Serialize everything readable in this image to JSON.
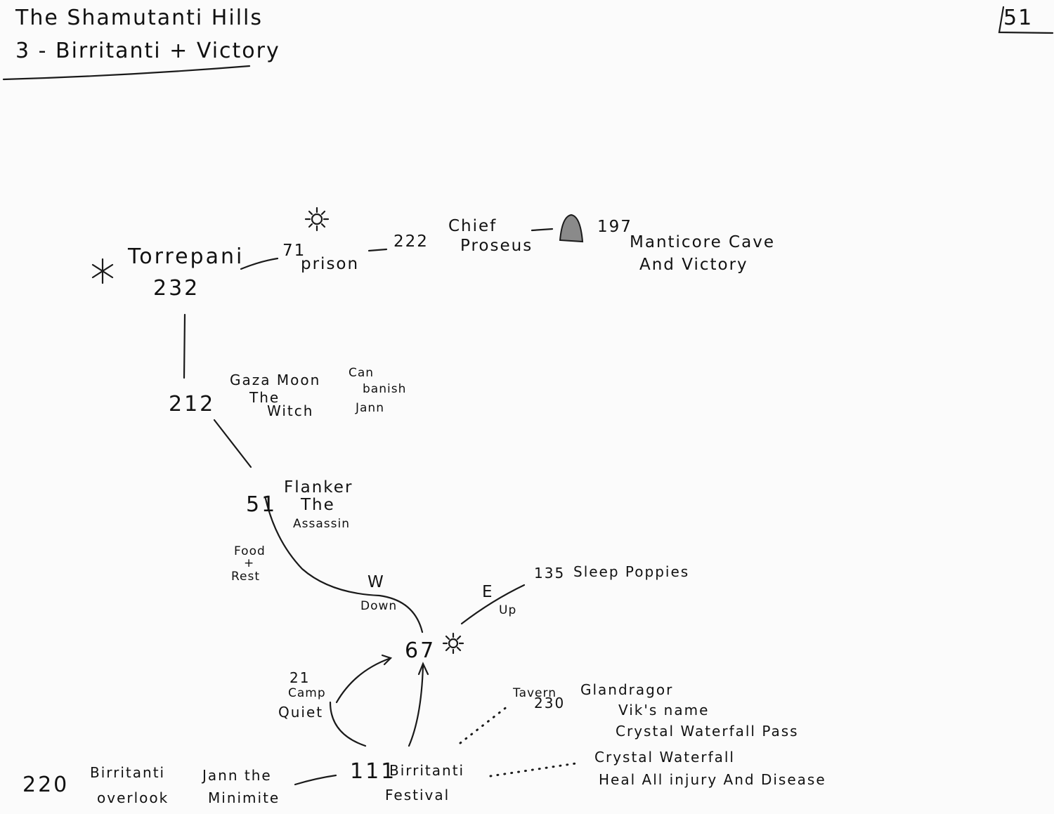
{
  "header": {
    "title_line1": "The Shamutanti Hills",
    "title_line2": "3 - Birritanti + Victory",
    "page_number": "51"
  },
  "nodes": {
    "torrepani": {
      "name": "Torrepani",
      "number": "232"
    },
    "prison": {
      "number": "71",
      "label": "prison"
    },
    "chief": {
      "number": "222",
      "label_line1": "Chief",
      "label_line2": "Proseus"
    },
    "manticore": {
      "number": "197",
      "label_line1": "Manticore Cave",
      "label_line2": "And Victory"
    },
    "witch": {
      "number": "212",
      "label_line1": "Gaza Moon",
      "label_line2": "The",
      "label_line3": "Witch"
    },
    "witch_note": {
      "line1": "Can",
      "line2": "banish",
      "line3": "Jann"
    },
    "assassin": {
      "number": "51",
      "label_line1": "Flanker",
      "label_line2": "The",
      "label_line3": "Assassin"
    },
    "food_rest": {
      "line1": "Food",
      "line2": "+",
      "line3": "Rest"
    },
    "sleep": {
      "number": "135",
      "label": "Sleep Poppies"
    },
    "hub": {
      "number": "67"
    },
    "camp": {
      "line1": "21",
      "line2": "Camp",
      "line3": "Quiet"
    },
    "tavern": {
      "label": "Tavern",
      "number": "230",
      "name": "Glandragor",
      "line2": "Vik's name",
      "line3": "Crystal Waterfall Pass"
    },
    "overlook": {
      "number": "220",
      "label_line1": "Birritanti",
      "label_line2": "overlook"
    },
    "jann": {
      "line1": "Jann the",
      "line2": "Minimite"
    },
    "festival": {
      "number": "111",
      "label_line1": "Birritanti",
      "label_line2": "Festival"
    },
    "waterfall": {
      "line1": "Crystal Waterfall",
      "line2": "Heal All injury And Disease"
    }
  },
  "edges": {
    "west": "W",
    "down": "Down",
    "east": "E",
    "up": "Up"
  },
  "icons": [
    "sun-icon",
    "cave-icon",
    "asterisk-icon"
  ]
}
